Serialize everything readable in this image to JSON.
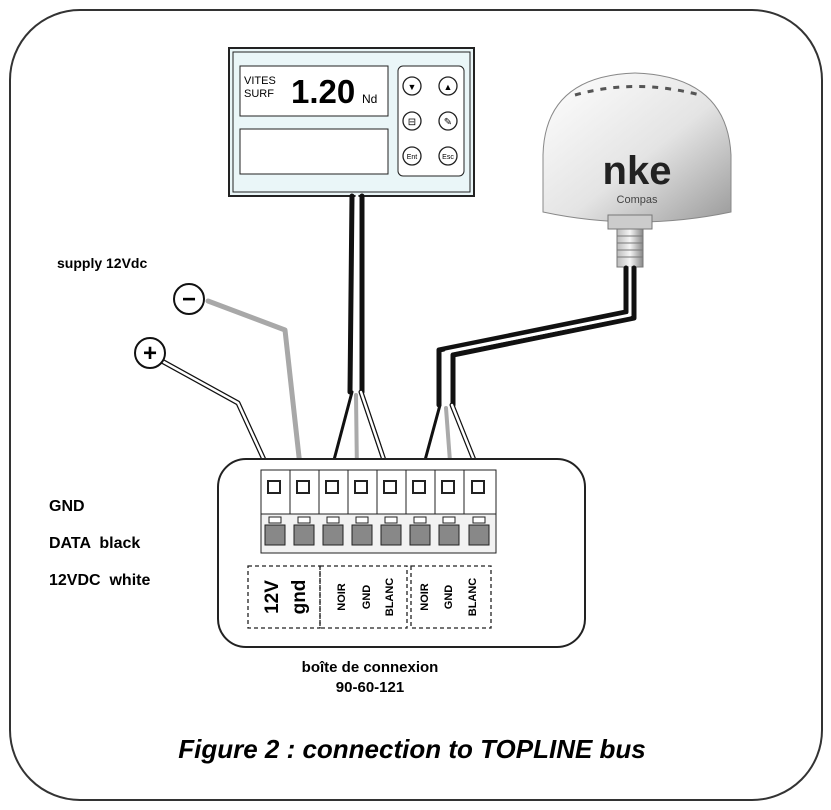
{
  "display": {
    "mode_line1": "VITES",
    "mode_line2": "SURF",
    "value": "1.20",
    "unit": "Nd",
    "buttons": [
      {
        "icon": "arrow-down-icon",
        "label": "▼"
      },
      {
        "icon": "arrow-up-icon",
        "label": "▲"
      },
      {
        "icon": "page-icon",
        "label": "⊟"
      },
      {
        "icon": "light-icon",
        "label": "✎"
      },
      {
        "icon": "ent-icon",
        "label": "Ent"
      },
      {
        "icon": "esc-icon",
        "label": "Esc"
      }
    ]
  },
  "sensor": {
    "brand": "nke",
    "model": "Compas"
  },
  "supply": {
    "label": "supply 12Vdc",
    "minus": "−",
    "plus": "+"
  },
  "legend": {
    "gnd": "GND",
    "data": "DATA  black",
    "v12": "12VDC  white"
  },
  "terminal_labels": {
    "v12": "12V",
    "gnd": "gnd",
    "group1": [
      "NOIR",
      "GND",
      "BLANC"
    ],
    "group2": [
      "NOIR",
      "GND",
      "BLANC"
    ]
  },
  "box": {
    "name": "boîte de connexion",
    "ref": "90-60-121"
  },
  "caption": "Figure 2 : connection to TOPLINE bus"
}
